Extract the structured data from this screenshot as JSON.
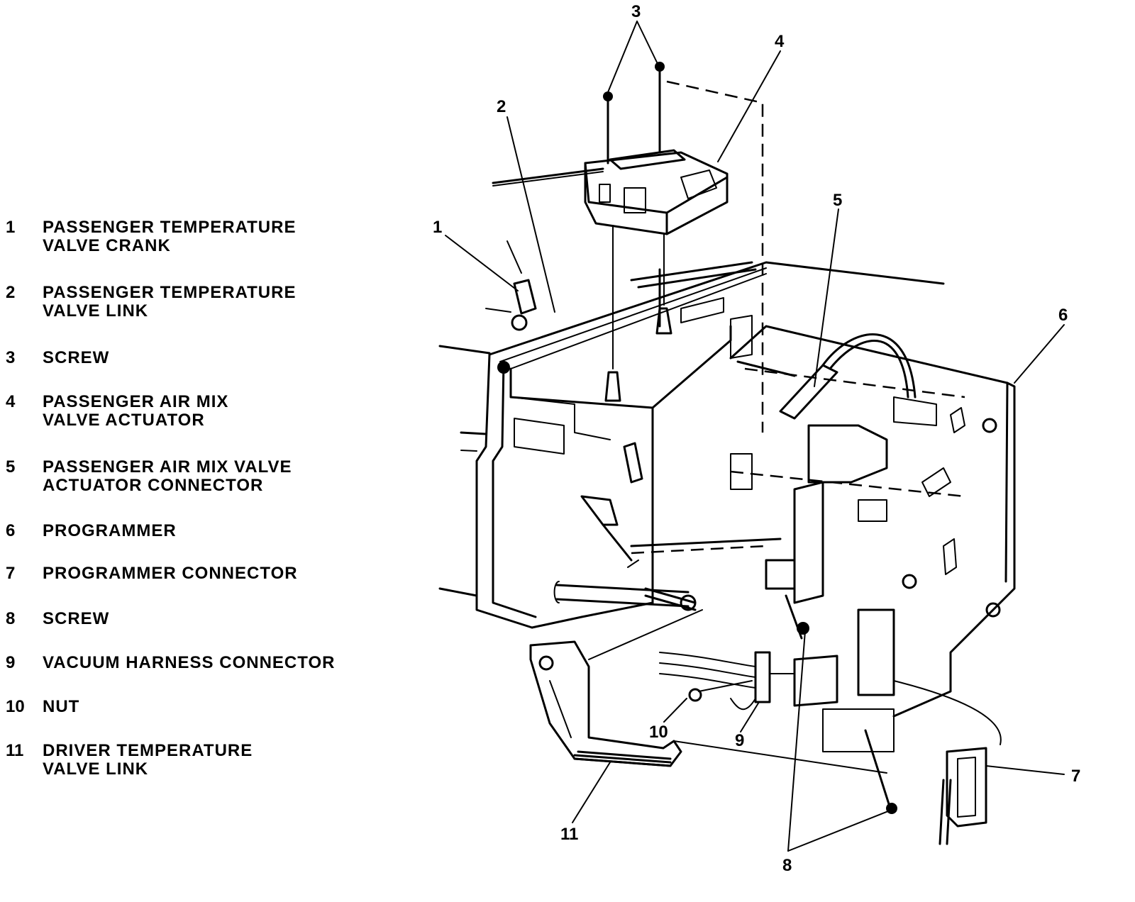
{
  "legend": [
    {
      "num": "1",
      "text": "PASSENGER TEMPERATURE\nVALVE CRANK"
    },
    {
      "num": "2",
      "text": "PASSENGER TEMPERATURE\nVALVE LINK"
    },
    {
      "num": "3",
      "text": "SCREW"
    },
    {
      "num": "4",
      "text": "PASSENGER AIR MIX\nVALVE ACTUATOR"
    },
    {
      "num": "5",
      "text": "PASSENGER AIR MIX VALVE\nACTUATOR CONNECTOR"
    },
    {
      "num": "6",
      "text": "PROGRAMMER"
    },
    {
      "num": "7",
      "text": "PROGRAMMER CONNECTOR"
    },
    {
      "num": "8",
      "text": "SCREW"
    },
    {
      "num": "9",
      "text": "VACUUM HARNESS CONNECTOR"
    },
    {
      "num": "10",
      "text": "NUT"
    },
    {
      "num": "11",
      "text": "DRIVER TEMPERATURE\nVALVE LINK"
    }
  ],
  "callouts": [
    "1",
    "2",
    "3",
    "4",
    "5",
    "6",
    "7",
    "8",
    "9",
    "10",
    "11"
  ]
}
